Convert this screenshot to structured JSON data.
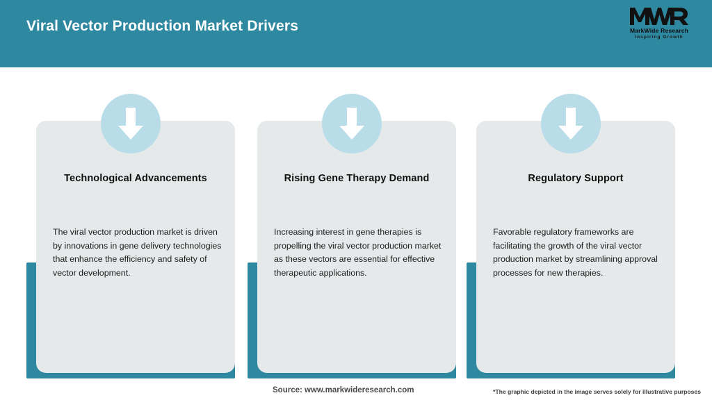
{
  "header": {
    "title": "Viral Vector Production Market Drivers",
    "background_color": "#2e88a0",
    "title_color": "#ffffff"
  },
  "logo": {
    "mark": "MWR",
    "name": "MarkWide Research",
    "tagline": "Inspiring Growth"
  },
  "theme": {
    "teal": "#2e88a0",
    "card_gray": "#e5e9ea",
    "icon_circle_blue": "#b9dce9",
    "arrow_white": "#ffffff",
    "page_background": "#ffffff"
  },
  "cards": [
    {
      "icon": "down-arrow-icon",
      "title": "Technological Advancements",
      "body": "The viral vector production market is driven by innovations in gene delivery technologies that enhance the efficiency and safety of vector development."
    },
    {
      "icon": "down-arrow-icon",
      "title": "Rising Gene Therapy Demand",
      "body": "Increasing interest in gene therapies is propelling the viral vector production market as these vectors are essential for effective therapeutic applications."
    },
    {
      "icon": "down-arrow-icon",
      "title": "Regulatory Support",
      "body": "Favorable regulatory frameworks are facilitating the growth of the viral vector production market by streamlining approval processes for new therapies."
    }
  ],
  "footer": {
    "source": "Source: www.markwideresearch.com",
    "disclaimer": "*The graphic depicted in the image serves solely for illustrative purposes"
  }
}
